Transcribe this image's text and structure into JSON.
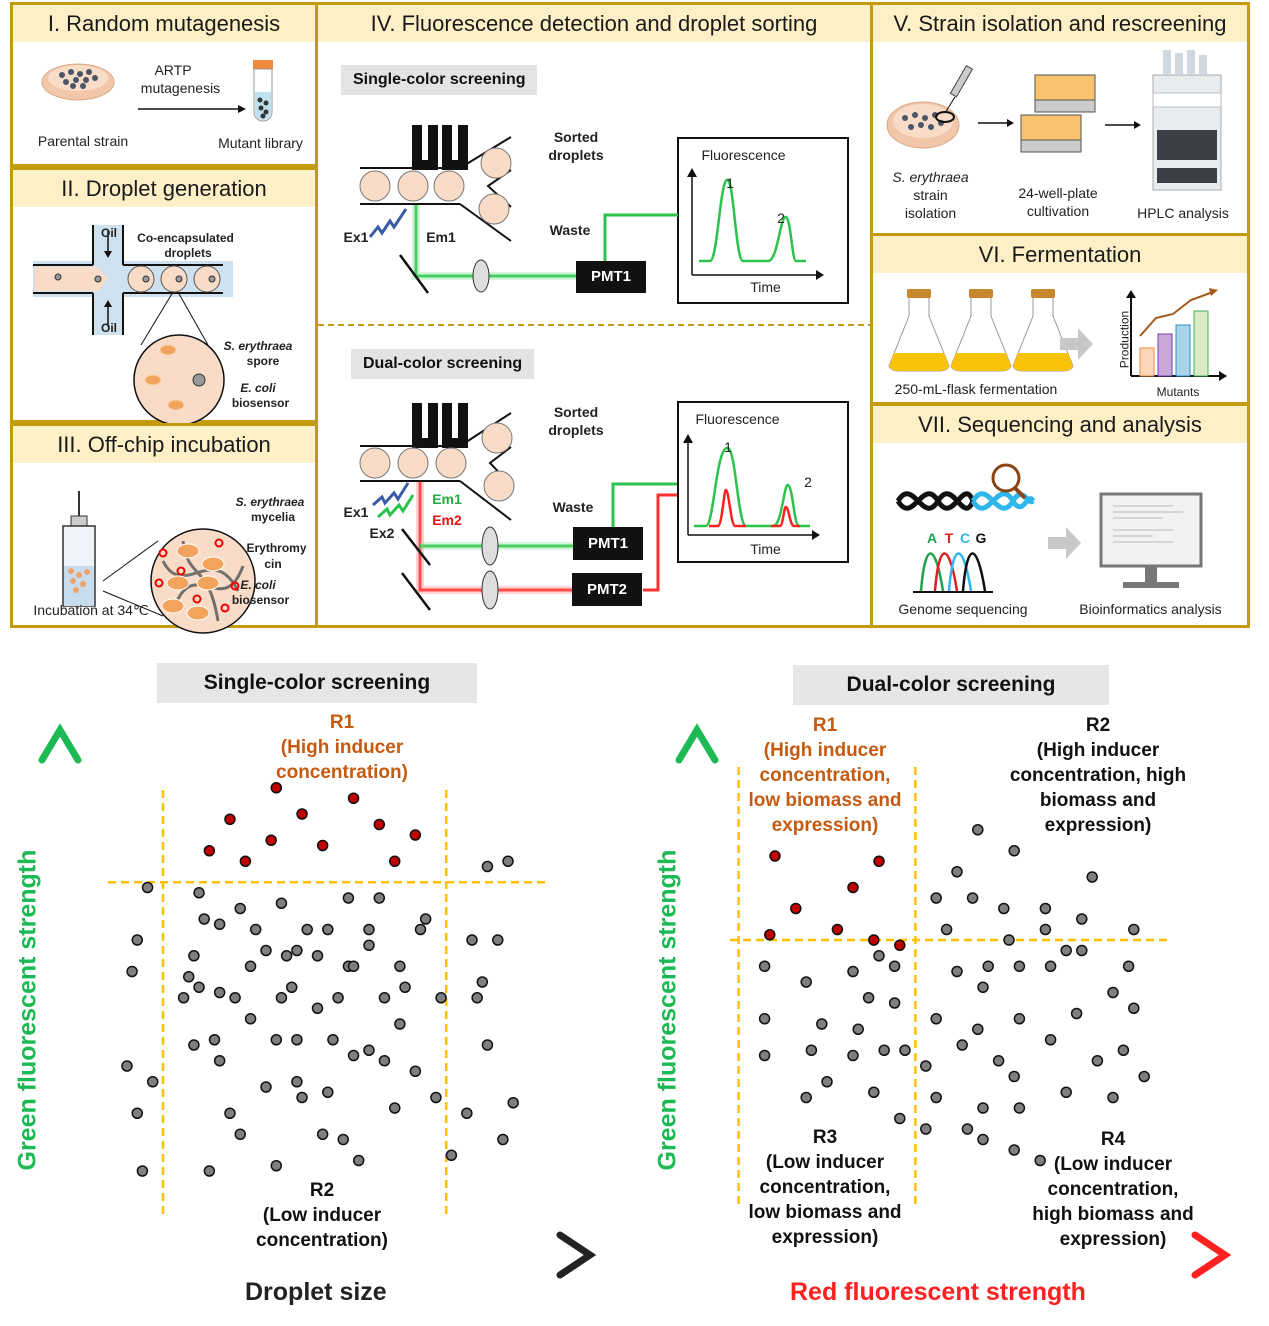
{
  "panels": {
    "p1": {
      "title": "I. Random mutagenesis",
      "arrow_label_1": "ARTP",
      "arrow_label_2": "mutagenesis",
      "left_caption": "Parental strain",
      "right_caption": "Mutant library"
    },
    "p2": {
      "title": "II. Droplet generation",
      "oil_top": "Oil",
      "oil_bottom": "Oil",
      "droplets_1": "Co-encapsulated",
      "droplets_2": "droplets",
      "spore_1": "S. erythraea",
      "spore_2": "spore",
      "biosensor_1": "E. coli",
      "biosensor_2": "biosensor"
    },
    "p3": {
      "title": "III. Off-chip incubation",
      "mycelia_1": "S. erythraea",
      "mycelia_2": "mycelia",
      "ery_1": "Erythromy",
      "ery_2": "cin",
      "biosensor_1": "E. coli",
      "biosensor_2": "biosensor",
      "caption": "Incubation at 34℃"
    },
    "p4": {
      "title": "IV. Fluorescence detection and droplet sorting",
      "single": {
        "tag": "Single-color screening",
        "sorted_1": "Sorted",
        "sorted_2": "droplets",
        "waste": "Waste",
        "ex1": "Ex1",
        "em1": "Em1",
        "pmt1": "PMT1",
        "plot_ylabel": "Fluorescence",
        "plot_xlabel": "Time",
        "peak1": "1",
        "peak2": "2"
      },
      "dual": {
        "tag": "Dual-color screening",
        "sorted_1": "Sorted",
        "sorted_2": "droplets",
        "waste": "Waste",
        "ex1": "Ex1",
        "ex2": "Ex2",
        "em1": "Em1",
        "em2": "Em2",
        "pmt1": "PMT1",
        "pmt2": "PMT2",
        "plot_ylabel": "Fluorescence",
        "plot_xlabel": "Time",
        "peak1": "1",
        "peak2": "2"
      }
    },
    "p5": {
      "title": "V. Strain isolation and rescreening",
      "c1_1": "S. erythraea",
      "c1_2": "strain",
      "c1_3": "isolation",
      "c2_1": "24-well-plate",
      "c2_2": "cultivation",
      "c3": "HPLC analysis"
    },
    "p6": {
      "title": "VI. Fermentation",
      "caption": "250-mL-flask fermentation",
      "ylabel": "Production",
      "xlabel": "Mutants"
    },
    "p7": {
      "title": "VII. Sequencing and analysis",
      "bases": [
        "A",
        "T",
        "C",
        "G"
      ],
      "c1": "Genome sequencing",
      "c2": "Bioinformatics analysis"
    }
  },
  "colors": {
    "panel_border": "#c49a0e",
    "panel_header": "#fdefc6",
    "gate": "#ffc000",
    "r1_text": "#c55a11",
    "green": "#1db954",
    "red": "#ff2020",
    "hit_point": "#c00000",
    "other_point": "#7f7f7f"
  },
  "chart_data": [
    {
      "type": "scatter",
      "title": "Single-color screening",
      "xlabel": "Droplet size",
      "ylabel": "Green fluorescent strength",
      "xlim": [
        0,
        100
      ],
      "ylim": [
        0,
        100
      ],
      "gates": {
        "x": [
          20,
          75
        ],
        "y": [
          71
        ]
      },
      "regions": [
        {
          "id": "R1",
          "lines": [
            "R1",
            "(High inducer",
            "concentration)"
          ],
          "color": "r1"
        },
        {
          "id": "R2",
          "lines": [
            "R2",
            "(Low inducer",
            "concentration)"
          ],
          "color": "black"
        }
      ],
      "series": [
        {
          "name": "R1 (selected)",
          "color": "hit",
          "points": [
            [
              42,
              89
            ],
            [
              57,
              87
            ],
            [
              33,
              83
            ],
            [
              47,
              84
            ],
            [
              62,
              82
            ],
            [
              69,
              80
            ],
            [
              29,
              77
            ],
            [
              41,
              79
            ],
            [
              51,
              78
            ],
            [
              65,
              75
            ],
            [
              36,
              75
            ]
          ]
        },
        {
          "name": "other",
          "color": "other",
          "points": [
            [
              17,
              70
            ],
            [
              27,
              69
            ],
            [
              43,
              67
            ],
            [
              35,
              66
            ],
            [
              62,
              68
            ],
            [
              71,
              64
            ],
            [
              56,
              68
            ],
            [
              87,
              75
            ],
            [
              83,
              74
            ],
            [
              28,
              64
            ],
            [
              31,
              63
            ],
            [
              38,
              62
            ],
            [
              52,
              62
            ],
            [
              48,
              62
            ],
            [
              60,
              62
            ],
            [
              70,
              62
            ],
            [
              60,
              59
            ],
            [
              37,
              55
            ],
            [
              56,
              55
            ],
            [
              15,
              60
            ],
            [
              25,
              53
            ],
            [
              85,
              60
            ],
            [
              80,
              60
            ],
            [
              14,
              54
            ],
            [
              26,
              57
            ],
            [
              40,
              58
            ],
            [
              46,
              58
            ],
            [
              50,
              57
            ],
            [
              57,
              55
            ],
            [
              66,
              55
            ],
            [
              44,
              57
            ],
            [
              27,
              51
            ],
            [
              34,
              49
            ],
            [
              43,
              49
            ],
            [
              54,
              49
            ],
            [
              63,
              49
            ],
            [
              67,
              51
            ],
            [
              82,
              52
            ],
            [
              24,
              49
            ],
            [
              31,
              50
            ],
            [
              45,
              51
            ],
            [
              50,
              47
            ],
            [
              74,
              49
            ],
            [
              81,
              49
            ],
            [
              13,
              36
            ],
            [
              30,
              41
            ],
            [
              42,
              41
            ],
            [
              53,
              41
            ],
            [
              66,
              44
            ],
            [
              83,
              40
            ],
            [
              26,
              40
            ],
            [
              37,
              45
            ],
            [
              18,
              33
            ],
            [
              31,
              37
            ],
            [
              46,
              41
            ],
            [
              57,
              38
            ],
            [
              63,
              37
            ],
            [
              60,
              39
            ],
            [
              46,
              33
            ],
            [
              69,
              35
            ],
            [
              15,
              27
            ],
            [
              33,
              27
            ],
            [
              40,
              32
            ],
            [
              47,
              30
            ],
            [
              52,
              31
            ],
            [
              65,
              28
            ],
            [
              73,
              30
            ],
            [
              35,
              23
            ],
            [
              51,
              23
            ],
            [
              55,
              22
            ],
            [
              79,
              27
            ],
            [
              16,
              16
            ],
            [
              29,
              16
            ],
            [
              42,
              17
            ],
            [
              58,
              18
            ],
            [
              76,
              19
            ],
            [
              86,
              22
            ],
            [
              88,
              29
            ]
          ]
        }
      ]
    },
    {
      "type": "scatter",
      "title": "Dual-color screening",
      "xlabel": "Red fluorescent strength",
      "ylabel": "Green fluorescent strength",
      "xlim": [
        0,
        100
      ],
      "ylim": [
        0,
        100
      ],
      "gates": {
        "x": [
          8,
          42
        ],
        "y": [
          60
        ]
      },
      "regions": [
        {
          "id": "R1",
          "lines": [
            "R1",
            "(High inducer",
            "concentration,",
            "low biomass and",
            "expression)"
          ],
          "color": "r1"
        },
        {
          "id": "R2",
          "lines": [
            "R2",
            "(High inducer",
            "concentration, high",
            "biomass and",
            "expression)"
          ],
          "color": "black"
        },
        {
          "id": "R3",
          "lines": [
            "R3",
            "(Low inducer",
            "concentration,",
            "low biomass and",
            "expression)"
          ],
          "color": "black"
        },
        {
          "id": "R4",
          "lines": [
            "R4",
            "(Low inducer",
            "concentration,",
            "high biomass and",
            "expression)"
          ],
          "color": "black"
        }
      ],
      "series": [
        {
          "name": "R1 (selected)",
          "color": "hit",
          "points": [
            [
              15,
              76
            ],
            [
              35,
              75
            ],
            [
              30,
              70
            ],
            [
              19,
              66
            ],
            [
              14,
              61
            ],
            [
              27,
              62
            ],
            [
              34,
              60
            ],
            [
              39,
              59
            ]
          ]
        },
        {
          "name": "other",
          "color": "other",
          "points": [
            [
              54,
              81
            ],
            [
              61,
              77
            ],
            [
              50,
              73
            ],
            [
              76,
              72
            ],
            [
              46,
              68
            ],
            [
              53,
              68
            ],
            [
              59,
              66
            ],
            [
              67,
              66
            ],
            [
              74,
              64
            ],
            [
              48,
              62
            ],
            [
              60,
              60
            ],
            [
              67,
              62
            ],
            [
              71,
              58
            ],
            [
              84,
              62
            ],
            [
              13,
              55
            ],
            [
              21,
              52
            ],
            [
              30,
              54
            ],
            [
              35,
              57
            ],
            [
              38,
              55
            ],
            [
              50,
              54
            ],
            [
              56,
              55
            ],
            [
              62,
              55
            ],
            [
              68,
              55
            ],
            [
              74,
              58
            ],
            [
              83,
              55
            ],
            [
              55,
              51
            ],
            [
              80,
              50
            ],
            [
              13,
              45
            ],
            [
              24,
              44
            ],
            [
              33,
              49
            ],
            [
              38,
              48
            ],
            [
              46,
              45
            ],
            [
              54,
              43
            ],
            [
              62,
              45
            ],
            [
              73,
              46
            ],
            [
              84,
              47
            ],
            [
              22,
              39
            ],
            [
              31,
              43
            ],
            [
              36,
              39
            ],
            [
              13,
              38
            ],
            [
              30,
              38
            ],
            [
              40,
              39
            ],
            [
              44,
              36
            ],
            [
              51,
              40
            ],
            [
              58,
              37
            ],
            [
              68,
              41
            ],
            [
              77,
              37
            ],
            [
              82,
              39
            ],
            [
              25,
              33
            ],
            [
              21,
              30
            ],
            [
              34,
              31
            ],
            [
              46,
              30
            ],
            [
              55,
              28
            ],
            [
              61,
              34
            ],
            [
              62,
              28
            ],
            [
              71,
              31
            ],
            [
              80,
              30
            ],
            [
              86,
              34
            ],
            [
              39,
              26
            ],
            [
              55,
              22
            ],
            [
              61,
              20
            ],
            [
              66,
              18
            ],
            [
              52,
              24
            ],
            [
              44,
              24
            ]
          ]
        }
      ]
    }
  ]
}
